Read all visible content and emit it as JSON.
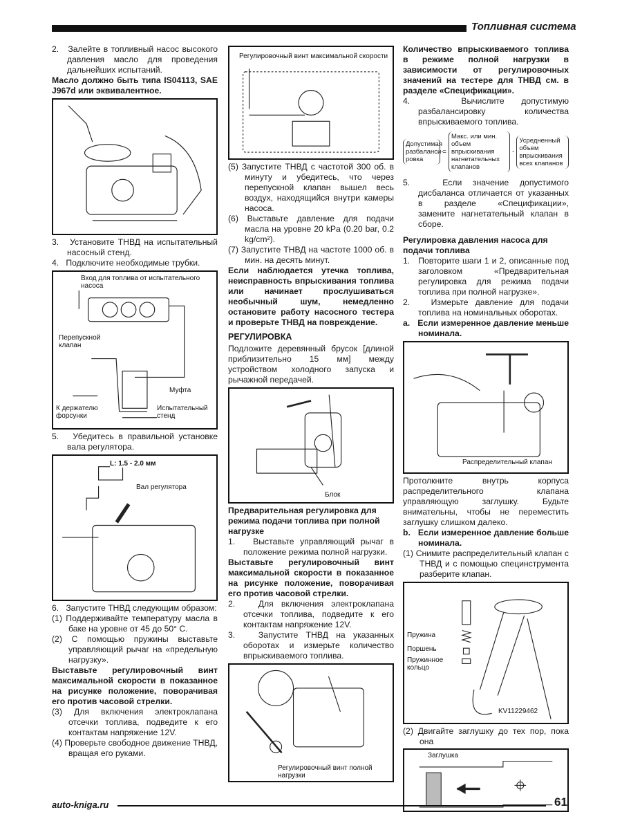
{
  "header": {
    "section_title": "Топливная система"
  },
  "footer": {
    "site": "auto-kniga.ru",
    "page_number": "61"
  },
  "col1": {
    "item2": "2.   Залейте в топливный насос высокого давления масло для проведения дальнейших испытаний.",
    "oil_note": "Масло должно быть типа IS04113, SAE J967d или эквивалентное.",
    "item3": "3.   Установите ТНВД на испытательный насосный стенд.",
    "item4": "4.   Подключите необходимые трубки.",
    "fig2": {
      "inlet": "Вход для топлива от испытательного насоса",
      "bypass": "Перепускной клапан",
      "coupling": "Муфта",
      "holder": "К держателю форсунки",
      "stand": "Испытательный стенд"
    },
    "item5": "5.   Убедитесь в правильной установке вала регулятора.",
    "fig3": {
      "gap": "L: 1.5 - 2.0 мм",
      "shaft": "Вал регулятора"
    },
    "item6": "6.   Запустите ТНВД следующим образом:",
    "sub1": "(1) Поддерживайте температуру масла в баке на уровне от 45 до 50° С.",
    "sub2": "(2) С помощью пружины выставьте управляющий рычаг на «предельную нагрузку».",
    "bold_note": "Выставьте регулировочный винт максимальной скорости в показанное на рисунке положение, поворачивая его против часовой стрелки.",
    "sub3": "(3) Для включения электроклапана отсечки топлива, подведите к его контактам напряжение 12V.",
    "sub4": "(4) Проверьте свободное движение ТНВД, вращая его руками."
  },
  "col2": {
    "fig4": {
      "label": "Регулировочный винт максимальной скорости"
    },
    "sub5": "(5) Запустите ТНВД с частотой 300 об. в минуту и убедитесь, что через перепускной клапан вышел весь воздух, находящийся внутри камеры насоса.",
    "sub6": "(6) Выставьте давление для подачи масла на уровне 20 kPa (0.20 bar, 0.2 kg/cm²).",
    "sub7": "(7) Запустите ТНВД на частоте 1000 об. в мин. на десять минут.",
    "warning": "Если наблюдается утечка топлива, неисправность впрыскивания топлива или начинает прослушиваться необычный шум, немедленно остановите работу насосного тестера и проверьте ТНВД на повреждение.",
    "heading": "РЕГУЛИРОВКА",
    "para": "Подложите деревянный брусок [длиной приблизительно 15 мм] между устройством холодного запуска и рычажной передачей.",
    "fig5": {
      "label": "Блок"
    },
    "subheading": "Предварительная регулировка для режима подачи топлива при полной нагрузке",
    "item1": "1.   Выставьте управляющий рычаг в положение режима полной нагрузки.",
    "bold_note": "Выставьте регулировочный винт максимальной скорости в показанное на рисунке положение, поворачивая его против часовой стрелки.",
    "item2": "2.   Для включения электроклапана отсечки топлива, подведите к его контактам напряжение 12V.",
    "item3": "3.   Запустите ТНВД на указанных оборотах и измерьте количество впрыскиваемого топлива.",
    "fig6": {
      "label": "Регулировочный винт полной нагрузки"
    }
  },
  "col3": {
    "bold_intro": "Количество впрыскиваемого топлива в режиме полной нагрузки в зависимости от регулировочных значений на тестере для ТНВД см. в разделе «Спецификации».",
    "item4": "4.   Вычислите допустимую разбалансировку количества впрыскиваемого топлива.",
    "formula": {
      "left": "Допустимая разбаланси-ровка",
      "eq": "=",
      "mid": "Макс. или мин. объем впрыскивания нагнетательных клапанов",
      "minus": "-",
      "right": "Усредненный объем впрыскивания всех клапанов"
    },
    "item5": "5.   Если значение допустимого дисбаланса отличается от указанных в разделе «Спецификации», замените нагнетательный клапан в сборе.",
    "heading": "Регулировка давления насоса для подачи топлива",
    "item1": "1.   Повторите шаги 1 и 2, описанные под заголовком «Предварительная регулировка для режима подачи топлива при полной нагрузке».",
    "item2": "2.   Измерьте давление для подачи топлива на номинальных оборотах.",
    "case_a": "a.   Если измеренное давление меньше номинала.",
    "fig7": {
      "label": "Распределительный клапан"
    },
    "para_a": "Протолкните внутрь корпуса распределительного клапана управляющую заглушку. Будьте внимательны, чтобы не переместить заглушку слишком далеко.",
    "case_b": "b.   Если измеренное давление больше номинала.",
    "sub1": "(1) Снимите распределительный клапан с ТНВД и с помощью специнструмента разберите клапан.",
    "fig8": {
      "spring": "Пружина",
      "piston": "Поршень",
      "ring": "Пружинное кольцо",
      "tool": "KV11229462"
    },
    "sub2": "(2) Двигайте заглушку до тех пор, пока она",
    "fig9": {
      "label": "Заглушка"
    }
  }
}
